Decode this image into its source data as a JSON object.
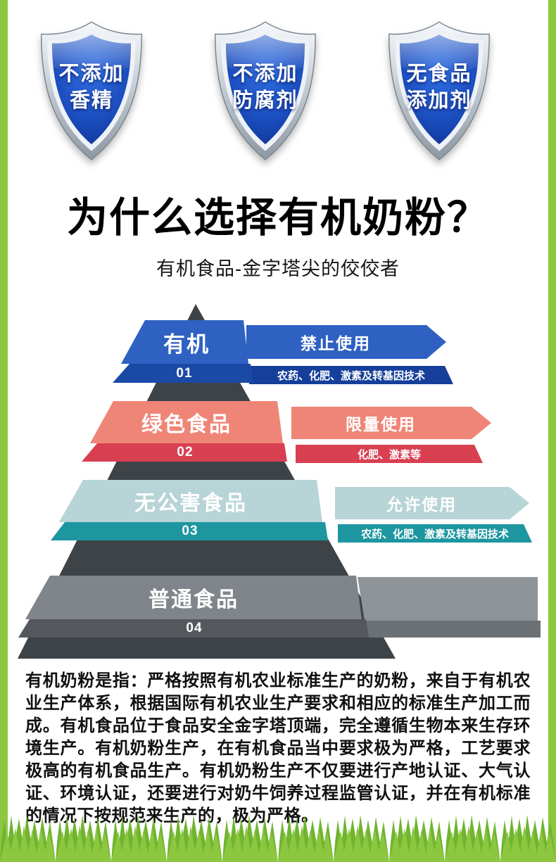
{
  "badges": [
    {
      "line1": "不添加",
      "line2": "香精"
    },
    {
      "line1": "不添加",
      "line2": "防腐剂"
    },
    {
      "line1": "无食品",
      "line2": "添加剂"
    }
  ],
  "heading": "为什么选择有机奶粉？",
  "subtitle": "有机食品-金字塔尖的佼佼者",
  "pyramid": {
    "levels": [
      {
        "label": "有机",
        "number": "01",
        "ribbon_title": "禁止使用",
        "ribbon_note": "农药、化肥、激素及转基因技术"
      },
      {
        "label": "绿色食品",
        "number": "02",
        "ribbon_title": "限量使用",
        "ribbon_note": "化肥、激素等"
      },
      {
        "label": "无公害食品",
        "number": "03",
        "ribbon_title": "允许使用",
        "ribbon_note": "农药、化肥、激素及转基因技术"
      },
      {
        "label": "普通食品",
        "number": "04",
        "ribbon_title": "",
        "ribbon_note": ""
      }
    ]
  },
  "description": "有机奶粉是指：严格按照有机农业标准生产的奶粉，来自于有机农业生产体系，根据国际有机农业生产要求和相应的标准生产加工而成。有机食品位于食品安全金字塔顶端，完全遵循生物本来生存环境生产。有机奶粉生产，在有机食品当中要求极为严格，工艺要求极高的有机食品生产。有机奶粉生产不仅要进行产地认证、大气认证、环境认证，还要进行对奶牛饲养过程监管认证，并在有机标准的情况下按规范来生产的，极为严格。",
  "colors": {
    "accent_green": "#8dc63f",
    "shield_blue": "#1c4fc0",
    "level1_blue": "#2e61c2",
    "level1_dark": "#1b4aa6",
    "level2_salmon": "#ef8576",
    "level2_red": "#d84052",
    "level3_light_teal": "#b7d4d6",
    "level3_teal": "#1d96a0",
    "level4_gray": "#7f858a",
    "level4_dark": "#54585c",
    "pyramid_dark": "#3e4347"
  }
}
